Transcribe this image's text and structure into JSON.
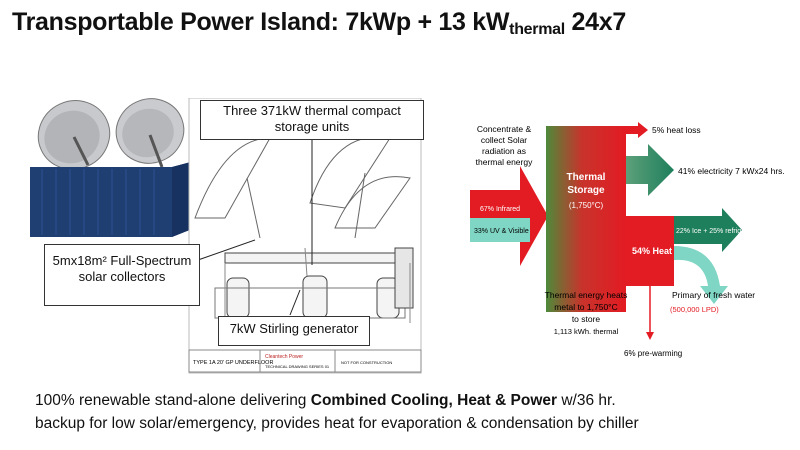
{
  "slide": {
    "title": "Transportable Power Island: 7kWp + 13 kW",
    "title_sub": "thermal",
    "title_suffix": " 24x7",
    "callouts": {
      "storage_units": "Three 371kW thermal compact storage units",
      "collectors_line1": "5mx18m² Full-Spectrum",
      "collectors_line2": "solar collectors",
      "stirling": "7kW Stirling generator"
    },
    "drawing_titleblock": {
      "type_label": "TYPE 1A 20' GP UNDERFLOOR",
      "company": "Cleantech Power",
      "sheet": "TECHNICAL DRAWING SERIES 01",
      "note": "NOT FOR CONSTRUCTION"
    },
    "flow": {
      "input_l1": "Concentrate &",
      "input_l2": "collect Solar",
      "input_l3": "radiation as",
      "input_l4": "thermal energy",
      "infrared": "67% Infrared",
      "uv": "33% UV & Visible",
      "storage_l1": "Thermal",
      "storage_l2": "Storage",
      "storage_temp": "(1,750°C)",
      "heat_loss": "5% heat loss",
      "electricity": "41% electricity 7 kWx24 hrs.",
      "heat": "54% Heat",
      "ice": "22% Ice + 25% refrig.",
      "water_l1": "Primary of fresh water",
      "water_l2": "(500,000 LPD)",
      "heats_l1": "Thermal energy heats",
      "heats_l2": "metal to 1,750°C",
      "heats_l3": "to store",
      "heats_l4": "1,113 kWh. thermal",
      "prewarming": "6% pre-warming"
    },
    "bottom_l1_a": "100% renewable stand-alone delivering ",
    "bottom_l1_b": "Combined Cooling, Heat & Power",
    "bottom_l1_c": " w/36 hr.",
    "bottom_l2": "backup for low solar/emergency, provides heat for evaporation & condensation by chiller",
    "colors": {
      "red": "#e31b23",
      "green": "#1e7f5c",
      "teal": "#7fd6c4",
      "container": "#1f3f73"
    }
  }
}
